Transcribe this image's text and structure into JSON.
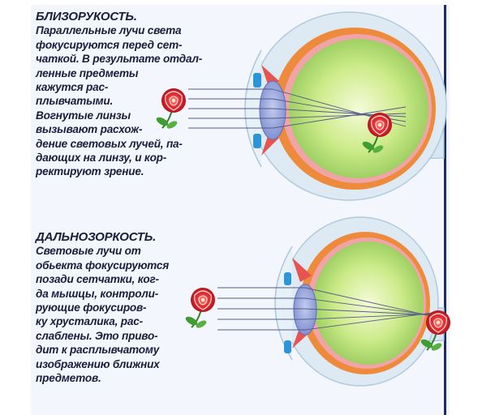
{
  "myopia": {
    "title": "БЛИЗОРУКОСТЬ.",
    "lines": [
      "Параллельные лучи света",
      "фокусируются перед сет-",
      "чаткой. В результате отдал-",
      "ленные предметы",
      "кажутся рас-",
      "плывчатыми.",
      "Вогнутые линзы",
      "вызывают расхож-",
      "дение световых лучей, па-",
      "дающих на линзу, и кор-",
      "ректируют зрение."
    ]
  },
  "hyperopia": {
    "title": "ДАЛЬНОЗОРКОСТЬ.",
    "lines": [
      "Световые лучи от",
      "обьекта фокусируются",
      "позади сетчатки, ког-",
      "да мышцы, контроли-",
      "рующие фокусиров-",
      "ку хрусталика, рас-",
      "слаблены. Это приво-",
      "дит к расплывчатому",
      "изображению ближних",
      "предметов."
    ]
  },
  "colors": {
    "text": "#1b1d3a",
    "background": "#f3f6fc",
    "divider": "#1b2a6b",
    "sclera_outer": "#d9e9f3",
    "sclera_orange": "#ee8a3c",
    "retina_pink": "#f0a0a6",
    "vitreous_green": "#b8dc6c",
    "lens_blue": "#8d9ed6",
    "iris_blue": "#2c95d8",
    "rose_red": "#d8262e",
    "ray": "#555a8a"
  }
}
